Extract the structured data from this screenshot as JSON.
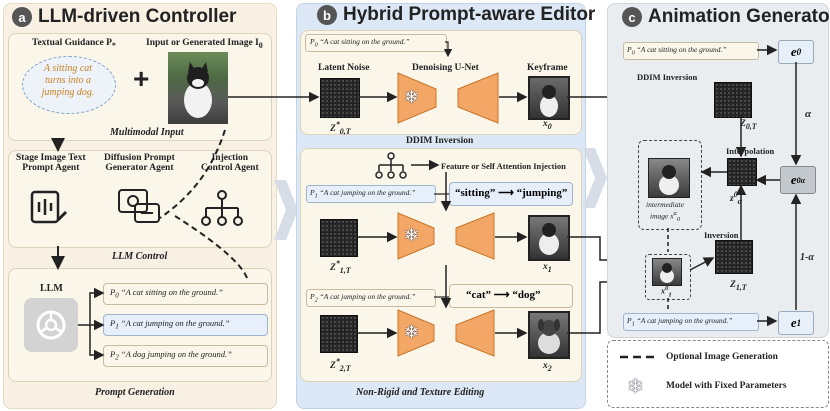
{
  "panel_a": {
    "badge": "a",
    "title": "LLM-driven Controller",
    "textual_guidance_label": "Textual Guidance P",
    "textual_guidance_sub": "*",
    "input_image_label": "Input or Generated Image I",
    "input_image_sub": "0",
    "guidance_text": [
      "A sitting cat",
      "turns into a",
      "jumping dog."
    ],
    "multimodal_label": "Multimodal Input",
    "agent1_label": [
      "Stage Image Text",
      "Prompt Agent"
    ],
    "agent2_label": [
      "Diffusion Prompt",
      "Generator Agent"
    ],
    "agent3_label": [
      "Injection",
      "Control Agent"
    ],
    "llm_control_label": "LLM Control",
    "llm_label": "LLM",
    "prompts": [
      {
        "id": "P",
        "sub": "0",
        "text": "“A cat sitting on the ground.”"
      },
      {
        "id": "P",
        "sub": "1",
        "text": "“A cat jumping on the ground.”"
      },
      {
        "id": "P",
        "sub": "2",
        "text": "“A dog jumping on the ground.”"
      }
    ],
    "prompt_gen_label": "Prompt Generation"
  },
  "panel_b": {
    "badge": "b",
    "title": "Hybrid Prompt-aware Editor",
    "top_prompt_id": "P",
    "top_prompt_sub": "0",
    "top_prompt_text": "“A cat sitting on the ground.”",
    "latent_noise_label": "Latent Noise",
    "unet_label": "Denoising U-Net",
    "keyframe_label": "Keyframe",
    "z0_label": "Z",
    "z0_sub": "0,T",
    "z0_sup": "*",
    "x0_label": "x",
    "x0_sub": "0",
    "ddim_inversion_label": "DDIM Inversion",
    "attention_label": "Feature or Self Attention Injection",
    "edit1_from": "“sitting”",
    "edit1_to": "“jumping”",
    "p1_id": "P",
    "p1_sub": "1",
    "p1_text": "“A cat jumping on the ground.”",
    "z1_label": "Z",
    "z1_sub": "1,T",
    "z1_sup": "*",
    "x1_label": "x",
    "x1_sub": "1",
    "p2_id": "P",
    "p2_sub": "2",
    "p2_text": "“A cat jumping on the ground.”",
    "edit2_from": "“cat”",
    "edit2_to": "“dog”",
    "z2_label": "Z",
    "z2_sub": "2,T",
    "z2_sup": "*",
    "x2_label": "x",
    "x2_sub": "2",
    "footer_label": "Non-Rigid and Texture Editing"
  },
  "panel_c": {
    "badge": "c",
    "title": "Animation Generator",
    "p0_id": "P",
    "p0_sub": "0",
    "p0_text": "“A cat sitting on the ground.”",
    "e0_label": "e",
    "e0_sub": "0",
    "ddim_inversion_label": "DDIM Inversion",
    "z0t_label": "Z",
    "z0t_sub": "0,T",
    "alpha_label": "α",
    "interpolation_label": "Interpolation",
    "intermediate_label": [
      "intermediate",
      "image x"
    ],
    "intermediate_sub": "0",
    "intermediate_sup": "α",
    "zalpha_label": "z",
    "zalpha_sub": "α",
    "zalpha_sup": "0",
    "ealpha_label": "e",
    "ealpha_sub": "α",
    "ealpha_sup": "0",
    "inversion_label": "Inversion",
    "z1t_label": "Z",
    "z1t_sub": "1,T",
    "one_minus_alpha": "1-α",
    "x1_label": "x",
    "x1_sub": "1",
    "x1_sup": "0",
    "p1_id": "P",
    "p1_sub": "1",
    "p1_text": "“A cat jumping on the ground.”",
    "e1_label": "e",
    "e1_sub": "1"
  },
  "legend": {
    "dashed_label": "Optional Image Generation",
    "snowflake_label": "Model with Fixed Parameters"
  },
  "colors": {
    "panel_a_bg": "#f7f0e3",
    "panel_b_bg": "#dce8f5",
    "panel_c_bg": "#e9edf0",
    "unet_orange": "#f3a766",
    "prompt_blue": "#e6effa",
    "prompt_cream": "#fbf6ea"
  }
}
